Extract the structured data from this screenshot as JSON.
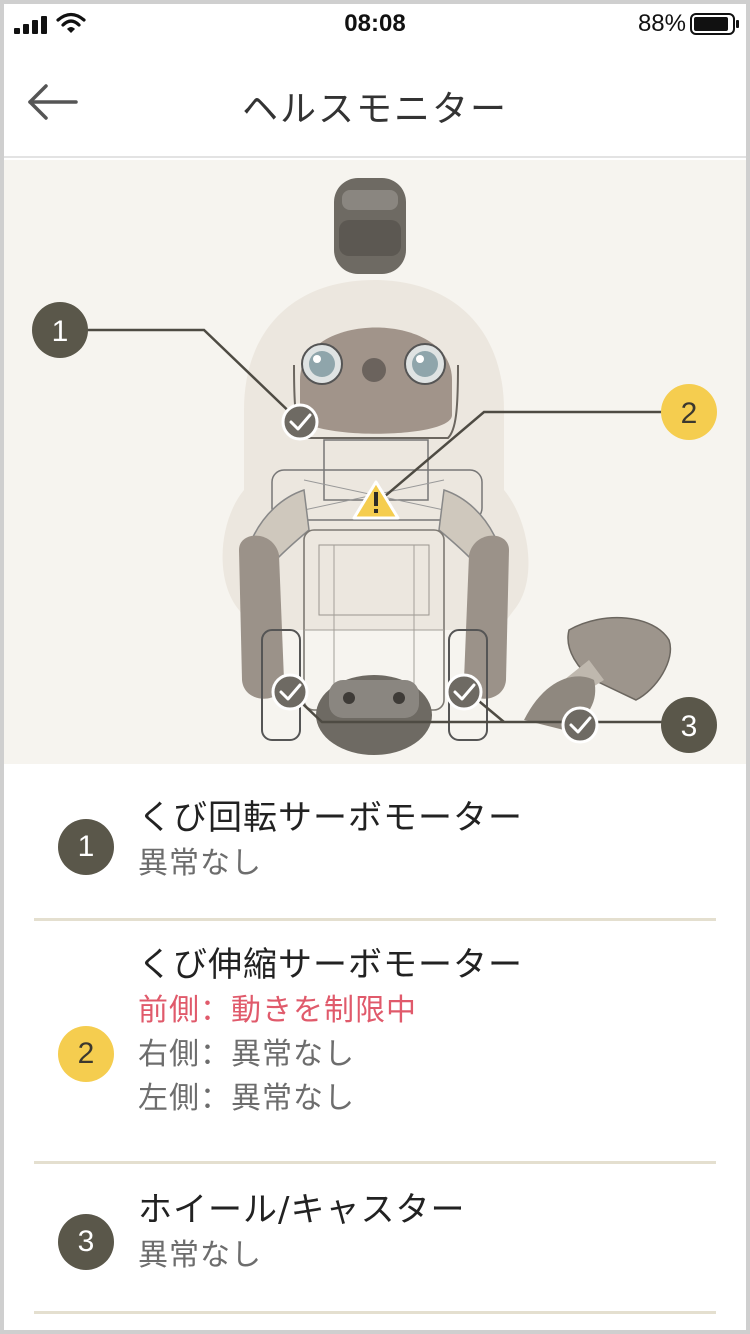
{
  "status_bar": {
    "time": "08:08",
    "battery_percent": "88%"
  },
  "nav": {
    "title": "ヘルスモニター",
    "back_icon": "arrow-left-icon"
  },
  "diagram": {
    "markers": [
      {
        "number": "1",
        "state": "ok"
      },
      {
        "number": "2",
        "state": "warning"
      },
      {
        "number": "3",
        "state": "ok"
      }
    ],
    "colors": {
      "ok": "#5a574a",
      "warning": "#f5cd4f",
      "alert_text": "#e05a6b"
    }
  },
  "items": [
    {
      "number": "1",
      "title": "くび回転サーボモーター",
      "lines": [
        "異常なし"
      ]
    },
    {
      "number": "2",
      "title": "くび伸縮サーボモーター",
      "lines": [
        "前側：動きを制限中",
        "右側：異常なし",
        "左側：異常なし"
      ]
    },
    {
      "number": "3",
      "title": "ホイール/キャスター",
      "lines": [
        "異常なし"
      ]
    }
  ]
}
